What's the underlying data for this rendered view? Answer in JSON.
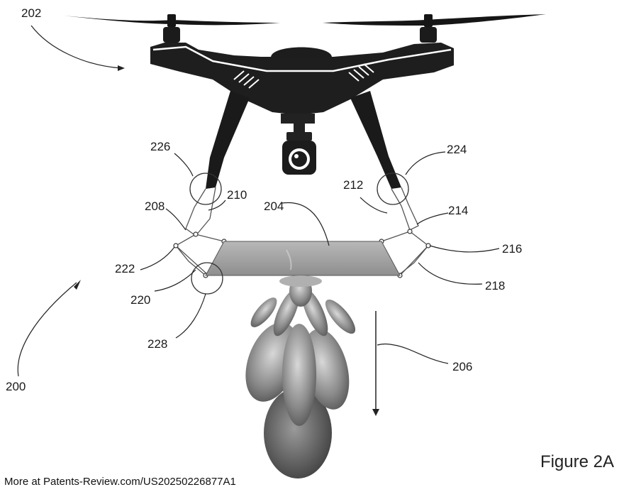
{
  "figure_label": "Figure 2A",
  "footer_text": "More at Patents-Review.com/US20250226877A1",
  "reference_numerals": {
    "system": "200",
    "drone": "202",
    "platform": "204",
    "direction": "206",
    "left_arm": "208",
    "left_joint": "210",
    "right_joint": "212",
    "right_arm": "214",
    "right_link": "216",
    "right_lower_link": "218",
    "left_lower_link": "220",
    "left_link": "222",
    "right_circle": "224",
    "left_circle": "226",
    "bottom_circle": "228"
  }
}
